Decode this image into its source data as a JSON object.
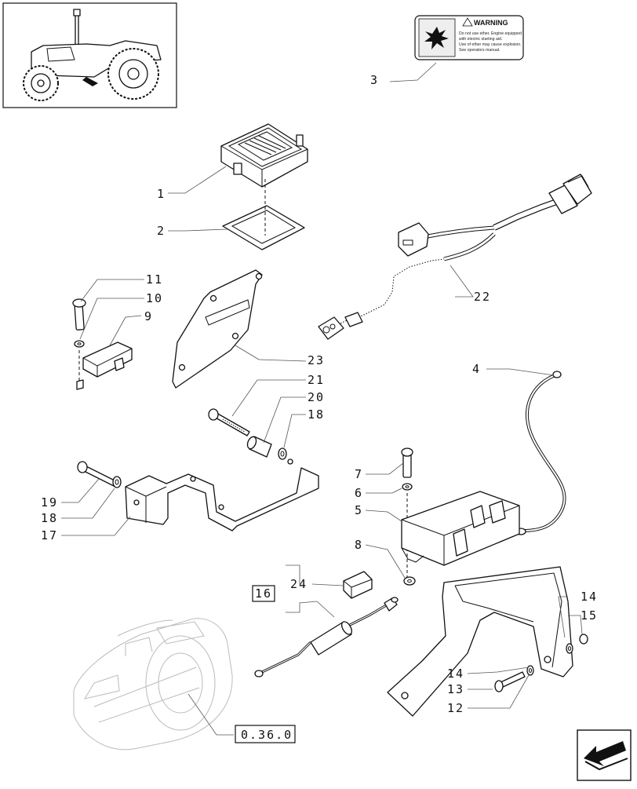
{
  "labels": {
    "p1": "1",
    "p2": "2",
    "p3": "3",
    "p4": "4",
    "p5": "5",
    "p6": "6",
    "p7": "7",
    "p8": "8",
    "p9": "9",
    "p10": "10",
    "p11": "11",
    "p12": "12",
    "p13": "13",
    "p14a": "14",
    "p14b": "14",
    "p15": "15",
    "p16": "16",
    "p17": "17",
    "p18a": "18",
    "p18b": "18",
    "p19": "19",
    "p20": "20",
    "p21": "21",
    "p22": "22",
    "p23": "23",
    "p24": "24"
  },
  "reference_box": "0.36.0",
  "warning_decal": {
    "heading": "WARNING",
    "lines": [
      "Do not use ether. Engine equipped",
      "with electric starting aid.",
      "Use of ether may cause explosion.",
      "See operators manual."
    ]
  },
  "nav_icon": "next-page-arrow-icon"
}
